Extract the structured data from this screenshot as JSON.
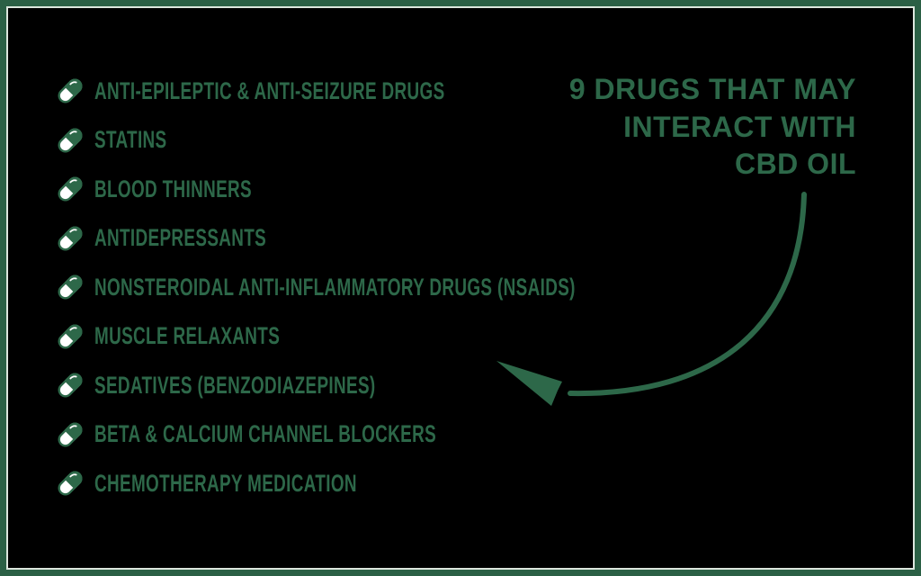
{
  "infographic": {
    "title": {
      "lines": [
        "9 DRUGS THAT MAY",
        "INTERACT WITH",
        "CBD OIL"
      ]
    },
    "drug_list": {
      "bullet_icon": "pill-icon",
      "items": [
        "ANTI-EPILEPTIC & ANTI-SEIZURE DRUGS",
        "STATINS",
        "BLOOD THINNERS",
        "ANTIDEPRESSANTS",
        "NONSTEROIDAL ANTI-INFLAMMATORY DRUGS (NSAIDS)",
        "MUSCLE RELAXANTS",
        "SEDATIVES (BENZODIAZEPINES)",
        "BETA & CALCIUM CHANNEL BLOCKERS",
        "CHEMOTHERAPY MEDICATION"
      ]
    },
    "pointer_icon": "curved-arrow-icon",
    "colors": {
      "background": "#000000",
      "green": "#2d6849",
      "border_green": "#2b6045",
      "frame_inner_line": "#dce6dd",
      "pill_white": "#ffffff"
    }
  }
}
